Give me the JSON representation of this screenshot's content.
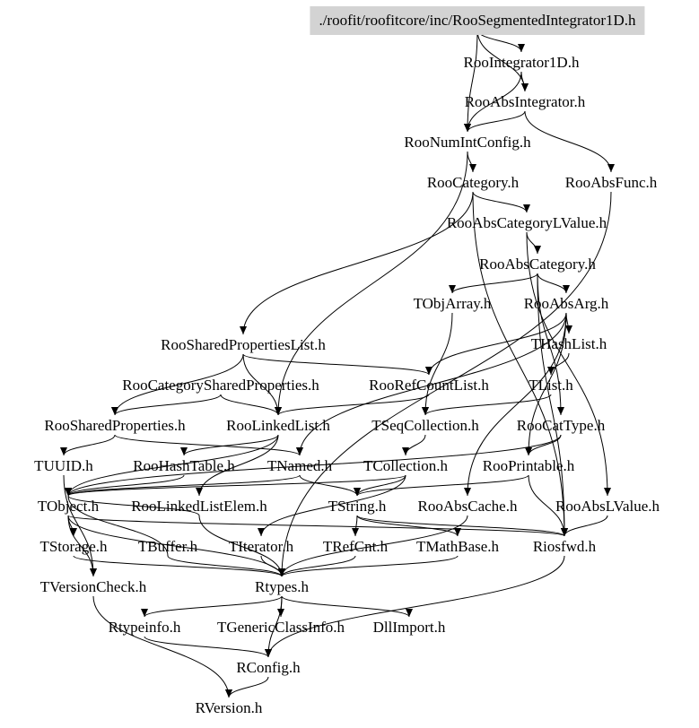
{
  "diagram": {
    "title": "./roofit/roofitcore/inc/RooSegmentedIntegrator1D.h",
    "root_fill": "#d3d3d3",
    "nodes": [
      {
        "id": "root",
        "label": "./roofit/roofitcore/inc/RooSegmentedIntegrator1D.h"
      },
      {
        "id": "RooIntegrator1D",
        "label": "RooIntegrator1D.h"
      },
      {
        "id": "RooAbsIntegrator",
        "label": "RooAbsIntegrator.h"
      },
      {
        "id": "RooNumIntConfig",
        "label": "RooNumIntConfig.h"
      },
      {
        "id": "RooCategory",
        "label": "RooCategory.h"
      },
      {
        "id": "RooAbsFunc",
        "label": "RooAbsFunc.h"
      },
      {
        "id": "RooAbsCategoryLValue",
        "label": "RooAbsCategoryLValue.h"
      },
      {
        "id": "RooAbsCategory",
        "label": "RooAbsCategory.h"
      },
      {
        "id": "TObjArray",
        "label": "TObjArray.h"
      },
      {
        "id": "RooAbsArg",
        "label": "RooAbsArg.h"
      },
      {
        "id": "RooSharedPropertiesList",
        "label": "RooSharedPropertiesList.h"
      },
      {
        "id": "THashList",
        "label": "THashList.h"
      },
      {
        "id": "RooCategorySharedProperties",
        "label": "RooCategorySharedProperties.h"
      },
      {
        "id": "RooRefCountList",
        "label": "RooRefCountList.h"
      },
      {
        "id": "TList",
        "label": "TList.h"
      },
      {
        "id": "RooSharedProperties",
        "label": "RooSharedProperties.h"
      },
      {
        "id": "RooLinkedList",
        "label": "RooLinkedList.h"
      },
      {
        "id": "TSeqCollection",
        "label": "TSeqCollection.h"
      },
      {
        "id": "RooCatType",
        "label": "RooCatType.h"
      },
      {
        "id": "TUUID",
        "label": "TUUID.h"
      },
      {
        "id": "RooHashTable",
        "label": "RooHashTable.h"
      },
      {
        "id": "TNamed",
        "label": "TNamed.h"
      },
      {
        "id": "TCollection",
        "label": "TCollection.h"
      },
      {
        "id": "RooPrintable",
        "label": "RooPrintable.h"
      },
      {
        "id": "TObject",
        "label": "TObject.h"
      },
      {
        "id": "RooLinkedListElem",
        "label": "RooLinkedListElem.h"
      },
      {
        "id": "TString",
        "label": "TString.h"
      },
      {
        "id": "RooAbsCache",
        "label": "RooAbsCache.h"
      },
      {
        "id": "RooAbsLValue",
        "label": "RooAbsLValue.h"
      },
      {
        "id": "TStorage",
        "label": "TStorage.h"
      },
      {
        "id": "TBuffer",
        "label": "TBuffer.h"
      },
      {
        "id": "TIterator",
        "label": "TIterator.h"
      },
      {
        "id": "TRefCnt",
        "label": "TRefCnt.h"
      },
      {
        "id": "TMathBase",
        "label": "TMathBase.h"
      },
      {
        "id": "Riosfwd",
        "label": "Riosfwd.h"
      },
      {
        "id": "TVersionCheck",
        "label": "TVersionCheck.h"
      },
      {
        "id": "Rtypes",
        "label": "Rtypes.h"
      },
      {
        "id": "Rtypeinfo",
        "label": "Rtypeinfo.h"
      },
      {
        "id": "TGenericClassInfo",
        "label": "TGenericClassInfo.h"
      },
      {
        "id": "DllImport",
        "label": "DllImport.h"
      },
      {
        "id": "RConfig",
        "label": "RConfig.h"
      },
      {
        "id": "RVersion",
        "label": "RVersion.h"
      }
    ],
    "edges": [
      [
        "root",
        "RooIntegrator1D"
      ],
      [
        "root",
        "RooAbsIntegrator"
      ],
      [
        "root",
        "RooNumIntConfig"
      ],
      [
        "RooIntegrator1D",
        "RooAbsIntegrator"
      ],
      [
        "RooIntegrator1D",
        "RooNumIntConfig"
      ],
      [
        "RooAbsIntegrator",
        "RooNumIntConfig"
      ],
      [
        "RooAbsIntegrator",
        "RooAbsFunc"
      ],
      [
        "RooNumIntConfig",
        "RooCategory"
      ],
      [
        "RooNumIntConfig",
        "RooLinkedList"
      ],
      [
        "RooCategory",
        "RooAbsCategoryLValue"
      ],
      [
        "RooCategory",
        "RooSharedPropertiesList"
      ],
      [
        "RooCategory",
        "Riosfwd"
      ],
      [
        "RooAbsFunc",
        "Rtypes"
      ],
      [
        "RooAbsCategoryLValue",
        "RooAbsCategory"
      ],
      [
        "RooAbsCategoryLValue",
        "RooAbsLValue"
      ],
      [
        "RooAbsCategory",
        "TObjArray"
      ],
      [
        "RooAbsCategory",
        "RooAbsArg"
      ],
      [
        "RooAbsCategory",
        "RooCatType"
      ],
      [
        "RooAbsCategory",
        "Riosfwd"
      ],
      [
        "TObjArray",
        "TSeqCollection"
      ],
      [
        "RooAbsArg",
        "THashList"
      ],
      [
        "RooAbsArg",
        "RooRefCountList"
      ],
      [
        "RooAbsArg",
        "RooPrintable"
      ],
      [
        "RooAbsArg",
        "RooAbsCache"
      ],
      [
        "RooAbsArg",
        "TNamed"
      ],
      [
        "RooSharedPropertiesList",
        "RooRefCountList"
      ],
      [
        "RooSharedPropertiesList",
        "RooSharedProperties"
      ],
      [
        "RooSharedPropertiesList",
        "RooLinkedList"
      ],
      [
        "THashList",
        "TList"
      ],
      [
        "RooCategorySharedProperties",
        "RooSharedProperties"
      ],
      [
        "RooCategorySharedProperties",
        "RooLinkedList"
      ],
      [
        "RooRefCountList",
        "RooLinkedList"
      ],
      [
        "TList",
        "TSeqCollection"
      ],
      [
        "RooSharedProperties",
        "TUUID"
      ],
      [
        "RooSharedProperties",
        "TNamed"
      ],
      [
        "RooLinkedList",
        "RooHashTable"
      ],
      [
        "RooLinkedList",
        "TObject"
      ],
      [
        "RooLinkedList",
        "RooLinkedListElem"
      ],
      [
        "TSeqCollection",
        "TCollection"
      ],
      [
        "RooCatType",
        "RooPrintable"
      ],
      [
        "RooCatType",
        "TObject"
      ],
      [
        "TUUID",
        "TVersionCheck"
      ],
      [
        "RooHashTable",
        "TObject"
      ],
      [
        "TNamed",
        "TObject"
      ],
      [
        "TNamed",
        "TString"
      ],
      [
        "TCollection",
        "TObject"
      ],
      [
        "TCollection",
        "TIterator"
      ],
      [
        "TCollection",
        "TString"
      ],
      [
        "RooPrintable",
        "TString"
      ],
      [
        "RooPrintable",
        "Riosfwd"
      ],
      [
        "TObject",
        "TStorage"
      ],
      [
        "TObject",
        "TVersionCheck"
      ],
      [
        "TObject",
        "Rtypes"
      ],
      [
        "TObject",
        "Riosfwd"
      ],
      [
        "RooLinkedListElem",
        "TObject"
      ],
      [
        "RooLinkedListElem",
        "Rtypes"
      ],
      [
        "TString",
        "TRefCnt"
      ],
      [
        "TString",
        "TMathBase"
      ],
      [
        "TString",
        "Riosfwd"
      ],
      [
        "RooAbsCache",
        "Rtypes"
      ],
      [
        "RooAbsLValue",
        "Riosfwd"
      ],
      [
        "TStorage",
        "Rtypes"
      ],
      [
        "TBuffer",
        "TObject"
      ],
      [
        "TBuffer",
        "Rtypes"
      ],
      [
        "TIterator",
        "Rtypes"
      ],
      [
        "TRefCnt",
        "Rtypes"
      ],
      [
        "TMathBase",
        "Rtypes"
      ],
      [
        "Riosfwd",
        "RConfig"
      ],
      [
        "TVersionCheck",
        "RVersion"
      ],
      [
        "Rtypes",
        "Rtypeinfo"
      ],
      [
        "Rtypes",
        "TGenericClassInfo"
      ],
      [
        "Rtypes",
        "DllImport"
      ],
      [
        "Rtypes",
        "RConfig"
      ],
      [
        "Rtypeinfo",
        "RConfig"
      ],
      [
        "RConfig",
        "RVersion"
      ]
    ]
  }
}
